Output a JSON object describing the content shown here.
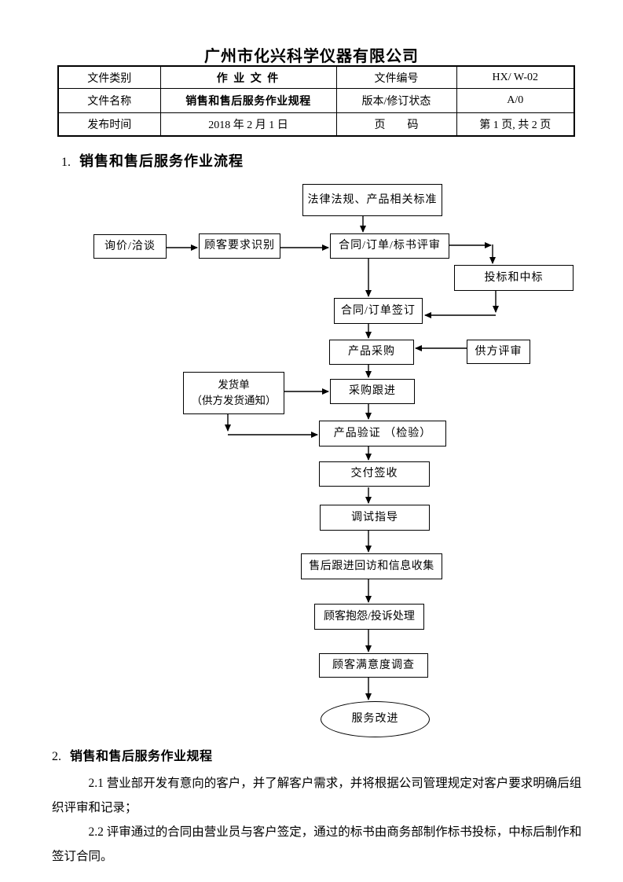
{
  "document": {
    "company_title": "广州市化兴科学仪器有限公司",
    "header_table": {
      "rows": [
        {
          "label_left": "文件类别",
          "value_left": "作 业 文 件",
          "label_right": "文件编号",
          "value_right": "HX/ W-02"
        },
        {
          "label_left": "文件名称",
          "value_left": "销售和售后服务作业规程",
          "label_right": "版本/修订状态",
          "value_right": "A/0"
        },
        {
          "label_left": "发布时间",
          "value_left": "2018 年 2 月 1 日",
          "label_right": "页　　码",
          "value_right": "第 1 页, 共 2 页"
        }
      ]
    },
    "section1": {
      "number": "1.",
      "title": "销售和售后服务作业流程"
    },
    "section2": {
      "number": "2.",
      "title": "销售和售后服务作业规程",
      "paragraphs": [
        "2.1 营业部开发有意向的客户，并了解客户需求，并将根据公司管理规定对客户要求明确后组织评审和记录；",
        "2.2 评审通过的合同由营业员与客户签定，通过的标书由商务部制作标书投标，中标后制作和签订合同。"
      ]
    }
  },
  "flowchart": {
    "nodes": {
      "law_standards": {
        "label": "法律法规、产品相关标准"
      },
      "inquiry": {
        "label": "询价/洽谈"
      },
      "customer_requirements": {
        "label": "顾客要求识别"
      },
      "contract_review": {
        "label": "合同/订单/标书评审"
      },
      "bidding": {
        "label": "投标和中标"
      },
      "contract_signing": {
        "label": "合同/订单签订"
      },
      "product_purchase": {
        "label": "产品采购"
      },
      "supplier_review": {
        "label": "供方评审"
      },
      "delivery_note": {
        "line1": "发货单",
        "line2": "（供方发货通知）"
      },
      "purchase_follow_up": {
        "label": "采购跟进"
      },
      "product_verification": {
        "label": "产品验证 （检验）"
      },
      "delivery_receipt": {
        "label": "交付签收"
      },
      "debugging_guidance": {
        "label": "调试指导"
      },
      "aftersales_followup": {
        "label": "售后跟进回访和信息收集"
      },
      "complaint_handling": {
        "label": "顾客抱怨/投诉处理"
      },
      "satisfaction_survey": {
        "label": "顾客满意度调查"
      },
      "service_improvement": {
        "label": "服务改进"
      }
    },
    "edges": [
      "law_standards->contract_review",
      "inquiry->customer_requirements",
      "customer_requirements->contract_review",
      "contract_review->bidding",
      "contract_review->contract_signing",
      "bidding->contract_signing",
      "contract_signing->product_purchase",
      "supplier_review->product_purchase",
      "product_purchase->purchase_follow_up",
      "delivery_note->purchase_follow_up",
      "delivery_note->product_verification",
      "purchase_follow_up->product_verification",
      "product_verification->delivery_receipt",
      "delivery_receipt->debugging_guidance",
      "debugging_guidance->aftersales_followup",
      "aftersales_followup->complaint_handling",
      "complaint_handling->satisfaction_survey",
      "satisfaction_survey->service_improvement"
    ]
  },
  "colors": {
    "ink": "#000000",
    "paper": "#ffffff"
  }
}
